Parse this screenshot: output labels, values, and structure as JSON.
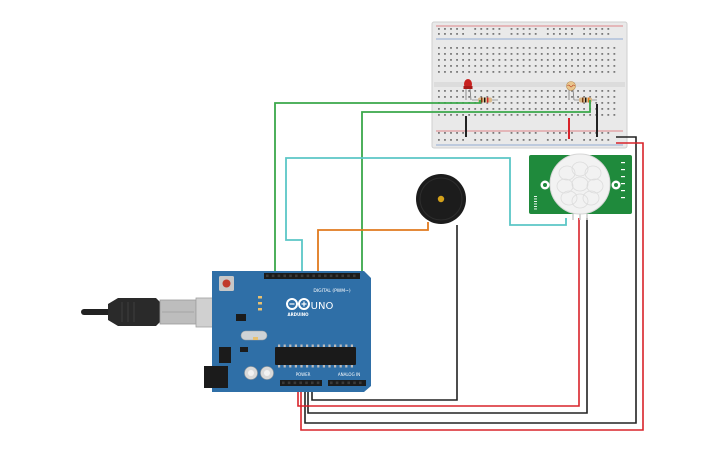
{
  "colors": {
    "board": "#2f6fa7",
    "board_dark": "#245a8c",
    "breadboard": "#e9e9e9",
    "pir_pcb": "#1f8a3c",
    "wire_green": "#3aa84a",
    "wire_teal": "#5bc6c6",
    "wire_orange": "#e07a1f",
    "wire_red": "#d8232a",
    "wire_black": "#222222"
  },
  "board": {
    "model": "UNO",
    "brand": "ARDUINO",
    "header_digital": "DIGITAL (PWM~)",
    "header_power": "POWER",
    "header_analog": "ANALOG IN",
    "logo_icon": "arduino-infinity-icon"
  },
  "components": {
    "usb_cable": "usb-cable-icon",
    "buzzer": "buzzer-icon",
    "led": "led-icon",
    "photoresistor": "photoresistor-icon",
    "resistor": "resistor-icon",
    "pir_sensor": "pir-sensor-icon"
  },
  "breadboard": {
    "rail_plus": "+",
    "rail_minus": "-"
  }
}
